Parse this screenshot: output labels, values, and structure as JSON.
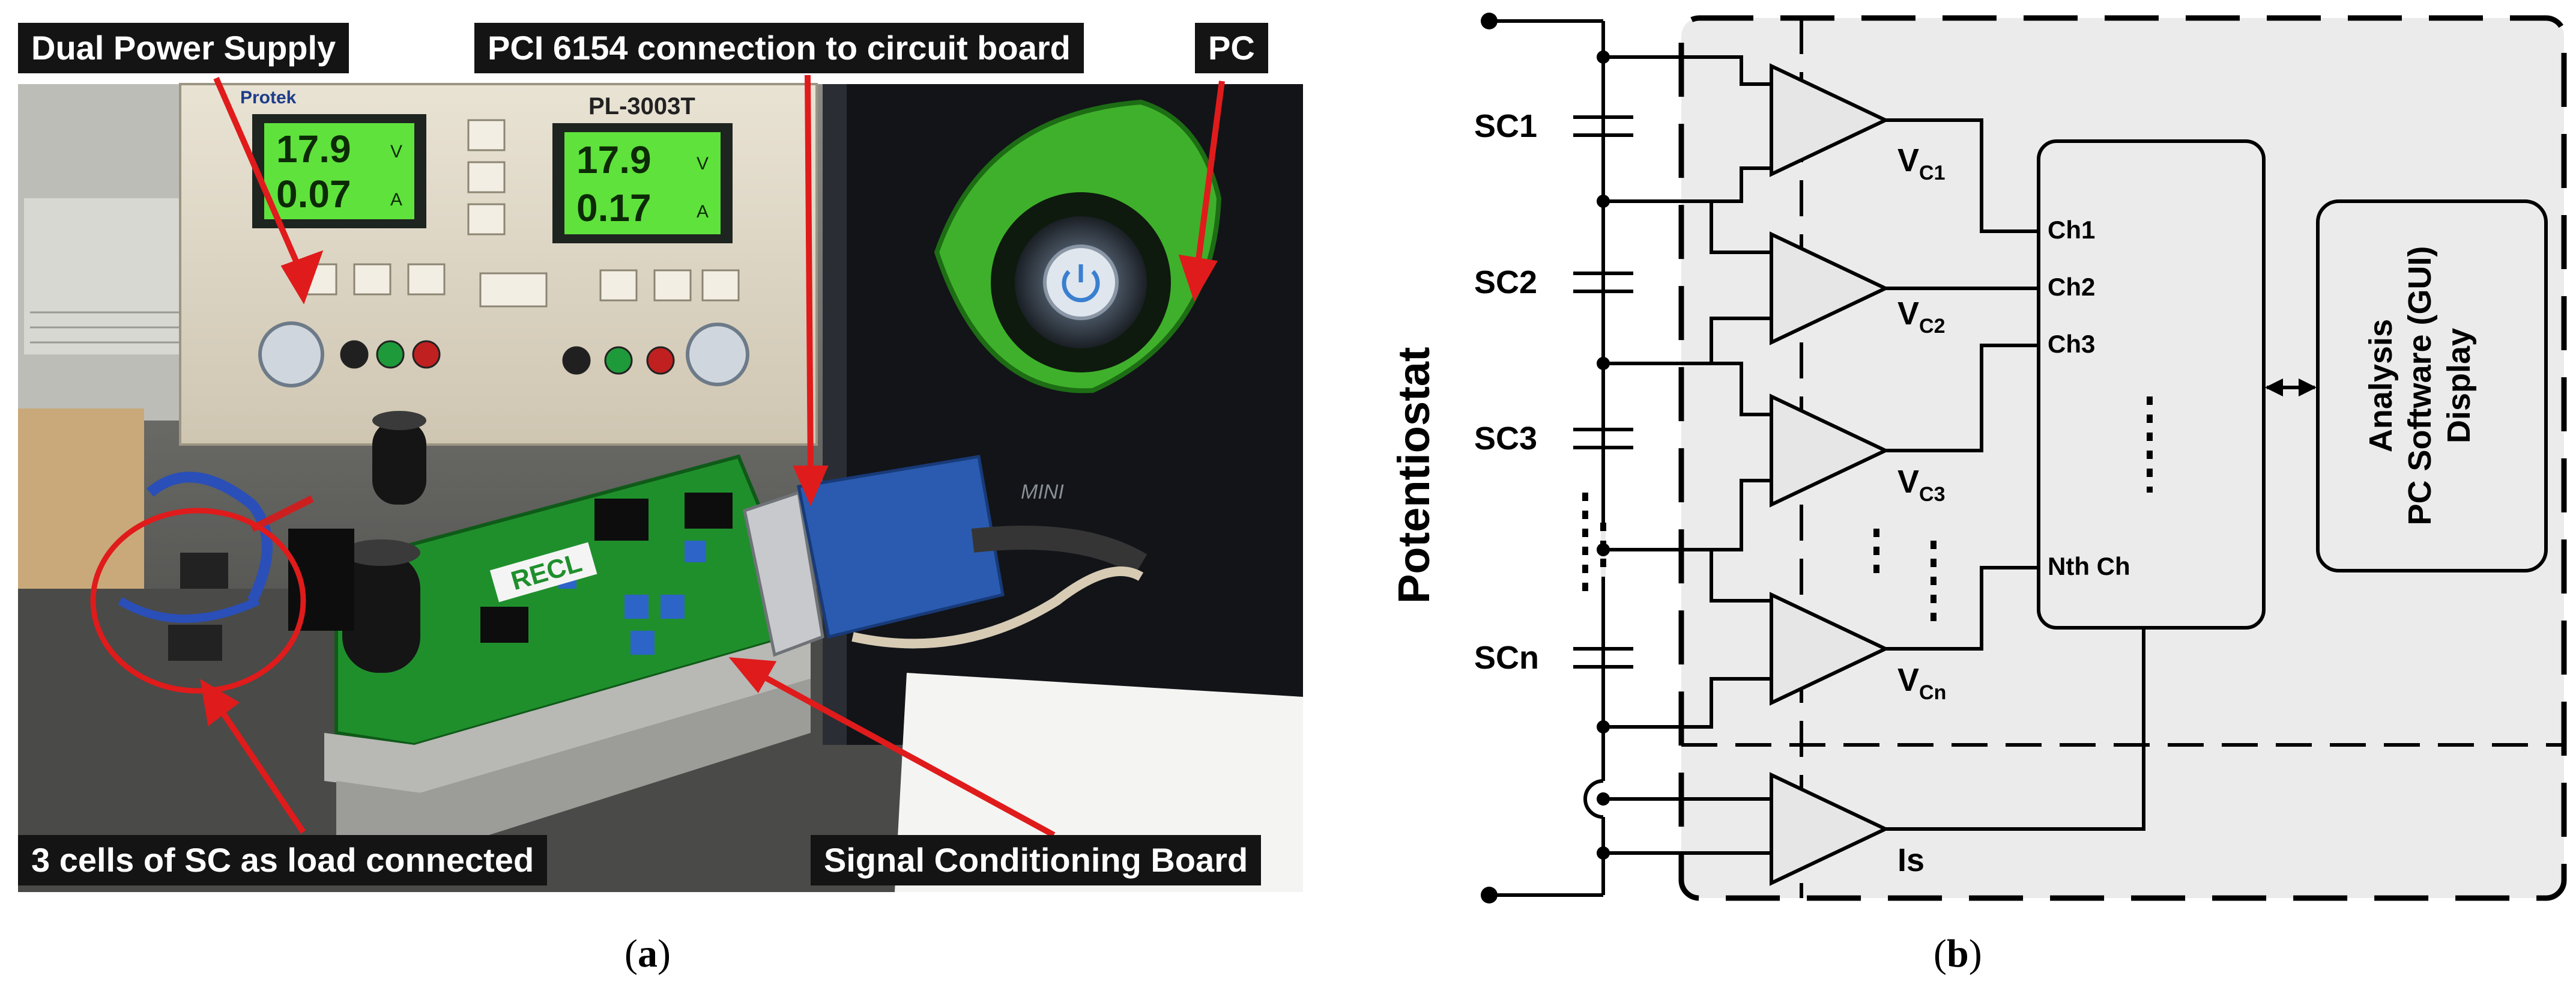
{
  "panel_a": {
    "label_open": "(",
    "label_letter": "a",
    "label_close": ")",
    "callouts": {
      "dual_power_supply": "Dual Power Supply",
      "pci_connection": "PCI 6154 connection to circuit board",
      "pc": "PC",
      "sc_cells": "3 cells of SC as load connected",
      "signal_board": "Signal Conditioning Board"
    },
    "photo_text": {
      "brand": "Protek",
      "model": "PL-3003T",
      "display_left_v": "17.9",
      "display_left_a": "0.07",
      "display_right_v": "17.9",
      "display_right_a": "0.17",
      "unit_v": "V",
      "unit_a": "A",
      "board_logo": "RECL",
      "pc_logo": "MINI"
    }
  },
  "panel_b": {
    "label_open": "(",
    "label_letter": "b",
    "label_close": ")",
    "potentiostat": "Potentiostat",
    "sc_labels": [
      "SC1",
      "SC2",
      "SC3",
      "SCn"
    ],
    "v_labels": [
      {
        "main": "V",
        "sub": "C1"
      },
      {
        "main": "V",
        "sub": "C2"
      },
      {
        "main": "V",
        "sub": "C3"
      },
      {
        "main": "V",
        "sub": "Cn"
      }
    ],
    "channels": [
      "Ch1",
      "Ch2",
      "Ch3",
      "Nth Ch"
    ],
    "is_label": "Is",
    "pc_box": [
      "Analysis",
      "PC Software (GUI)",
      "Display"
    ]
  },
  "colors": {
    "callout_bg": "#141414",
    "arrow_red": "#e01b1b",
    "dashed_fill": "#ebebeb",
    "lcd_green": "#5fe23c",
    "pcb_green": "#1f8f2c",
    "connector_blue": "#2a5bb0"
  }
}
